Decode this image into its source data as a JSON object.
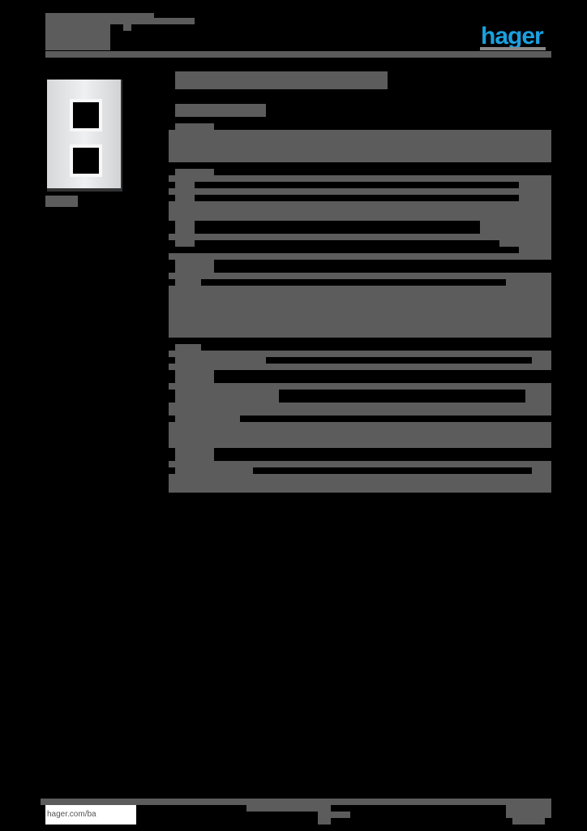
{
  "header": {
    "title_redacted": "■■■ ■■■■■ ■■■■■■■■",
    "subtitle_redacted": "■■■■■■■",
    "logo_text": "hager",
    "brand_color": "#1aa0e0"
  },
  "product": {
    "image_alt": "double frame, white",
    "caption_redacted": "■■■■■",
    "title_redacted": "■■■■■■■■■ ■■■■■■■■■■",
    "reference_redacted": "■■■■■■■■■■■■"
  },
  "sections": [
    {
      "heading_redacted": "■■■■",
      "rows": 2
    },
    {
      "heading_redacted": "■■■■",
      "rows": 7
    },
    {
      "heading_redacted": "■■■",
      "rows": 6
    },
    {
      "heading_redacted": "■■■",
      "rows": 10
    }
  ],
  "footer": {
    "url": "hager.com/ba",
    "center_redacted": "■■■■■■■■",
    "page_redacted": "■■■"
  },
  "colors": {
    "redaction_gray": "#5b5c5b",
    "background": "#000000"
  }
}
